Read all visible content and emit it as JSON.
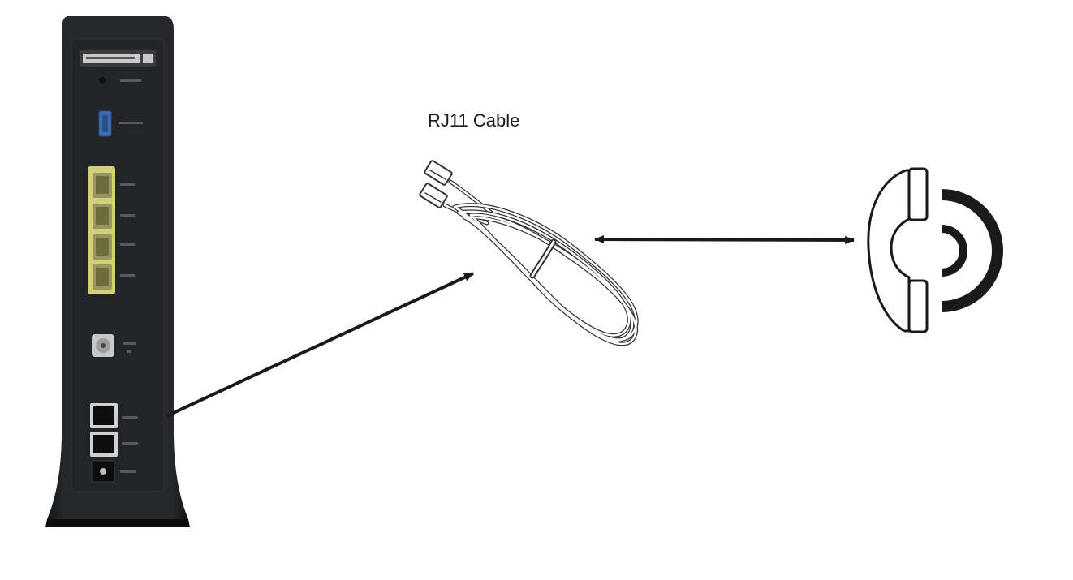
{
  "diagram": {
    "cable_label": "RJ11 Cable"
  },
  "device": {
    "name": "gateway-rear-panel",
    "colors": {
      "body": "#1e1f22",
      "lan_block": "#d3d07a",
      "usb": "#3b6fb5",
      "port": "#0e0e0e"
    }
  },
  "icons": {
    "phone": "telephone-handset-icon",
    "cable": "rj11-cable-icon"
  },
  "connections": [
    {
      "from": "phone-port",
      "to": "rj11-cable",
      "arrow": "single"
    },
    {
      "from": "rj11-cable",
      "to": "telephone",
      "arrow": "double"
    }
  ]
}
